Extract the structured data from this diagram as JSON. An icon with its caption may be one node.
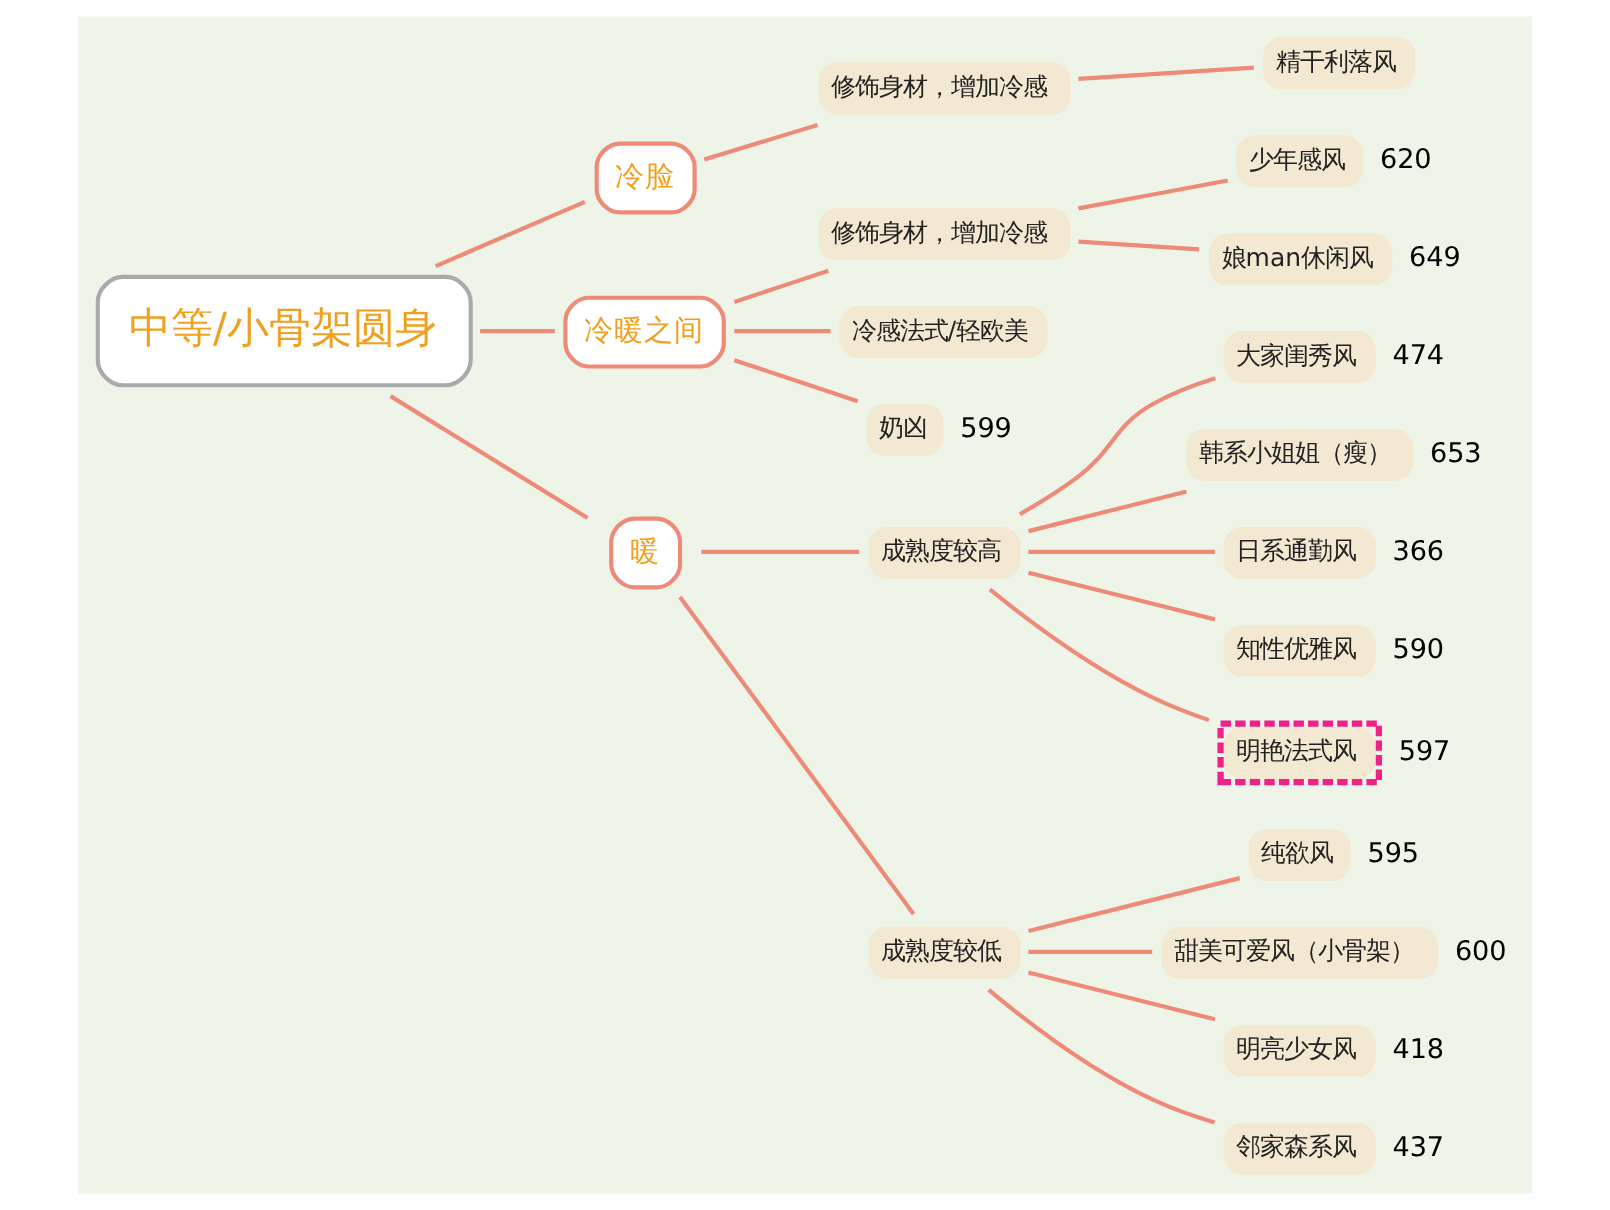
{
  "diagram": {
    "nodes": [
      {
        "text": [
          "中等/小骨架圆身"
        ]
      },
      {
        "text": [
          "冷脸"
        ]
      },
      {
        "text": [
          "修饰身材，增加冷感"
        ]
      },
      {
        "text": [
          "精干利落风"
        ]
      },
      {
        "text": [
          "冷暖之间"
        ]
      },
      {
        "text": [
          "修饰身材，增加冷感"
        ]
      },
      {
        "text": [
          "少年感风"
        ],
        "beside": [
          "620"
        ]
      },
      {
        "text": [
          "娘man休闲风"
        ],
        "beside": [
          "649"
        ]
      },
      {
        "text": [
          "冷感法式/轻欧美"
        ]
      },
      {
        "text": [
          "奶凶"
        ],
        "beside": [
          "599"
        ]
      },
      {
        "text": [
          "暖"
        ]
      },
      {
        "text": [
          "成熟度较高"
        ]
      },
      {
        "text": [
          "大家闺秀风"
        ],
        "beside": [
          "474"
        ]
      },
      {
        "text": [
          "韩系小姐姐（瘦）"
        ],
        "beside": [
          "653"
        ]
      },
      {
        "text": [
          "日系通勤风"
        ],
        "beside": [
          "366"
        ]
      },
      {
        "text": [
          "知性优雅风"
        ],
        "beside": [
          "590"
        ]
      },
      {
        "text": [
          "明艳法式风"
        ],
        "beside": [
          "597"
        ]
      },
      {
        "text": [
          "成熟度较低"
        ]
      },
      {
        "text": [
          "纯欲风"
        ],
        "beside": [
          "595"
        ]
      },
      {
        "text": [
          "甜美可爱风（小骨架）"
        ],
        "beside": [
          "600"
        ]
      },
      {
        "text": [
          "明亮少女风"
        ],
        "beside": [
          "418"
        ]
      },
      {
        "text": [
          "邻家森系风"
        ],
        "beside": [
          "437"
        ]
      }
    ],
    "edges": [
      {
        "from": 0,
        "to": 1,
        "arrow": "none"
      },
      {
        "from": 1,
        "to": 2,
        "arrow": "none"
      },
      {
        "from": 2,
        "to": 3,
        "arrow": "none"
      },
      {
        "from": 0,
        "to": 4,
        "arrow": "none"
      },
      {
        "from": 4,
        "to": 5,
        "arrow": "none"
      },
      {
        "from": 5,
        "to": 6,
        "arrow": "none"
      },
      {
        "from": 5,
        "to": 7,
        "arrow": "none"
      },
      {
        "from": 4,
        "to": 8,
        "arrow": "none"
      },
      {
        "from": 4,
        "to": 9,
        "arrow": "none"
      },
      {
        "from": 0,
        "to": 10,
        "arrow": "none"
      },
      {
        "from": 10,
        "to": 11,
        "arrow": "none"
      },
      {
        "from": 11,
        "to": 12,
        "arrow": "none"
      },
      {
        "from": 11,
        "to": 13,
        "arrow": "none"
      },
      {
        "from": 11,
        "to": 14,
        "arrow": "none"
      },
      {
        "from": 11,
        "to": 15,
        "arrow": "none"
      },
      {
        "from": 11,
        "to": 16,
        "arrow": "none"
      },
      {
        "from": 10,
        "to": 17,
        "arrow": "none"
      },
      {
        "from": 17,
        "to": 18,
        "arrow": "none"
      },
      {
        "from": 17,
        "to": 19,
        "arrow": "none"
      },
      {
        "from": 17,
        "to": 20,
        "arrow": "none"
      },
      {
        "from": 17,
        "to": 21,
        "arrow": "none"
      }
    ]
  }
}
